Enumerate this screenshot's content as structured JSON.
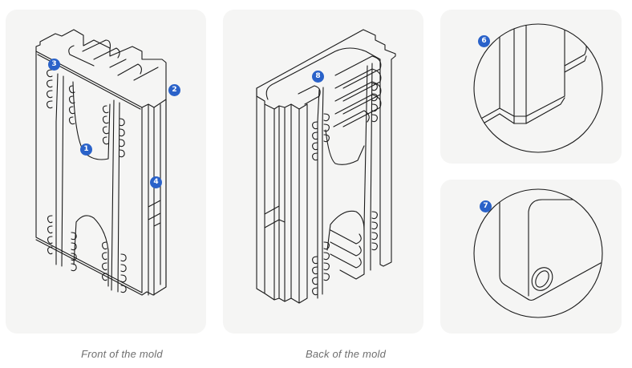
{
  "figure": {
    "panels": [
      {
        "id": "front",
        "caption": "Front of the mold",
        "badges": [
          "1",
          "2",
          "3",
          "4"
        ]
      },
      {
        "id": "back",
        "caption": "Back of the mold",
        "badges": [
          "8"
        ]
      },
      {
        "id": "detail-6",
        "caption": "",
        "badges": [
          "6"
        ]
      },
      {
        "id": "detail-7",
        "caption": "",
        "badges": [
          "7"
        ]
      }
    ],
    "badge_color": "#2a62c9",
    "panel_color": "#f5f5f4"
  },
  "captions": {
    "front": "Front of the mold",
    "back": "Back of the mold"
  },
  "badges": {
    "b1": "1",
    "b2": "2",
    "b3": "3",
    "b4": "4",
    "b6": "6",
    "b7": "7",
    "b8": "8"
  }
}
